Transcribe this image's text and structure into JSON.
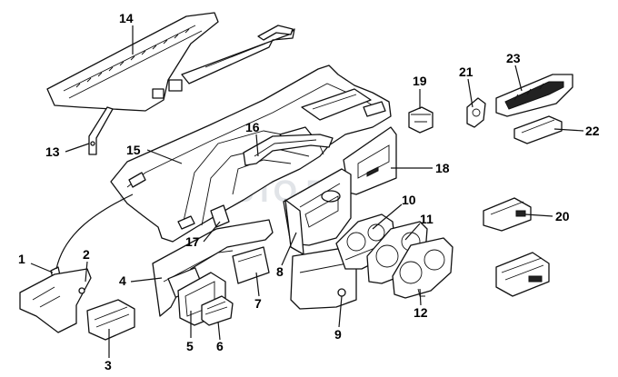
{
  "watermark": {
    "text": "ETTO-AUTO.RU"
  },
  "callouts": [
    {
      "id": "c1",
      "label": "1"
    },
    {
      "id": "c2",
      "label": "2"
    },
    {
      "id": "c3",
      "label": "3"
    },
    {
      "id": "c4",
      "label": "4"
    },
    {
      "id": "c5",
      "label": "5"
    },
    {
      "id": "c6",
      "label": "6"
    },
    {
      "id": "c7",
      "label": "7"
    },
    {
      "id": "c8",
      "label": "8"
    },
    {
      "id": "c9",
      "label": "9"
    },
    {
      "id": "c10",
      "label": "10"
    },
    {
      "id": "c11",
      "label": "11"
    },
    {
      "id": "c12",
      "label": "12"
    },
    {
      "id": "c13",
      "label": "13"
    },
    {
      "id": "c14",
      "label": "14"
    },
    {
      "id": "c15",
      "label": "15"
    },
    {
      "id": "c16",
      "label": "16"
    },
    {
      "id": "c17",
      "label": "17"
    },
    {
      "id": "c18",
      "label": "18"
    },
    {
      "id": "c19",
      "label": "19"
    },
    {
      "id": "c20",
      "label": "20"
    },
    {
      "id": "c21",
      "label": "21"
    },
    {
      "id": "c22",
      "label": "22"
    },
    {
      "id": "c23",
      "label": "23"
    }
  ]
}
